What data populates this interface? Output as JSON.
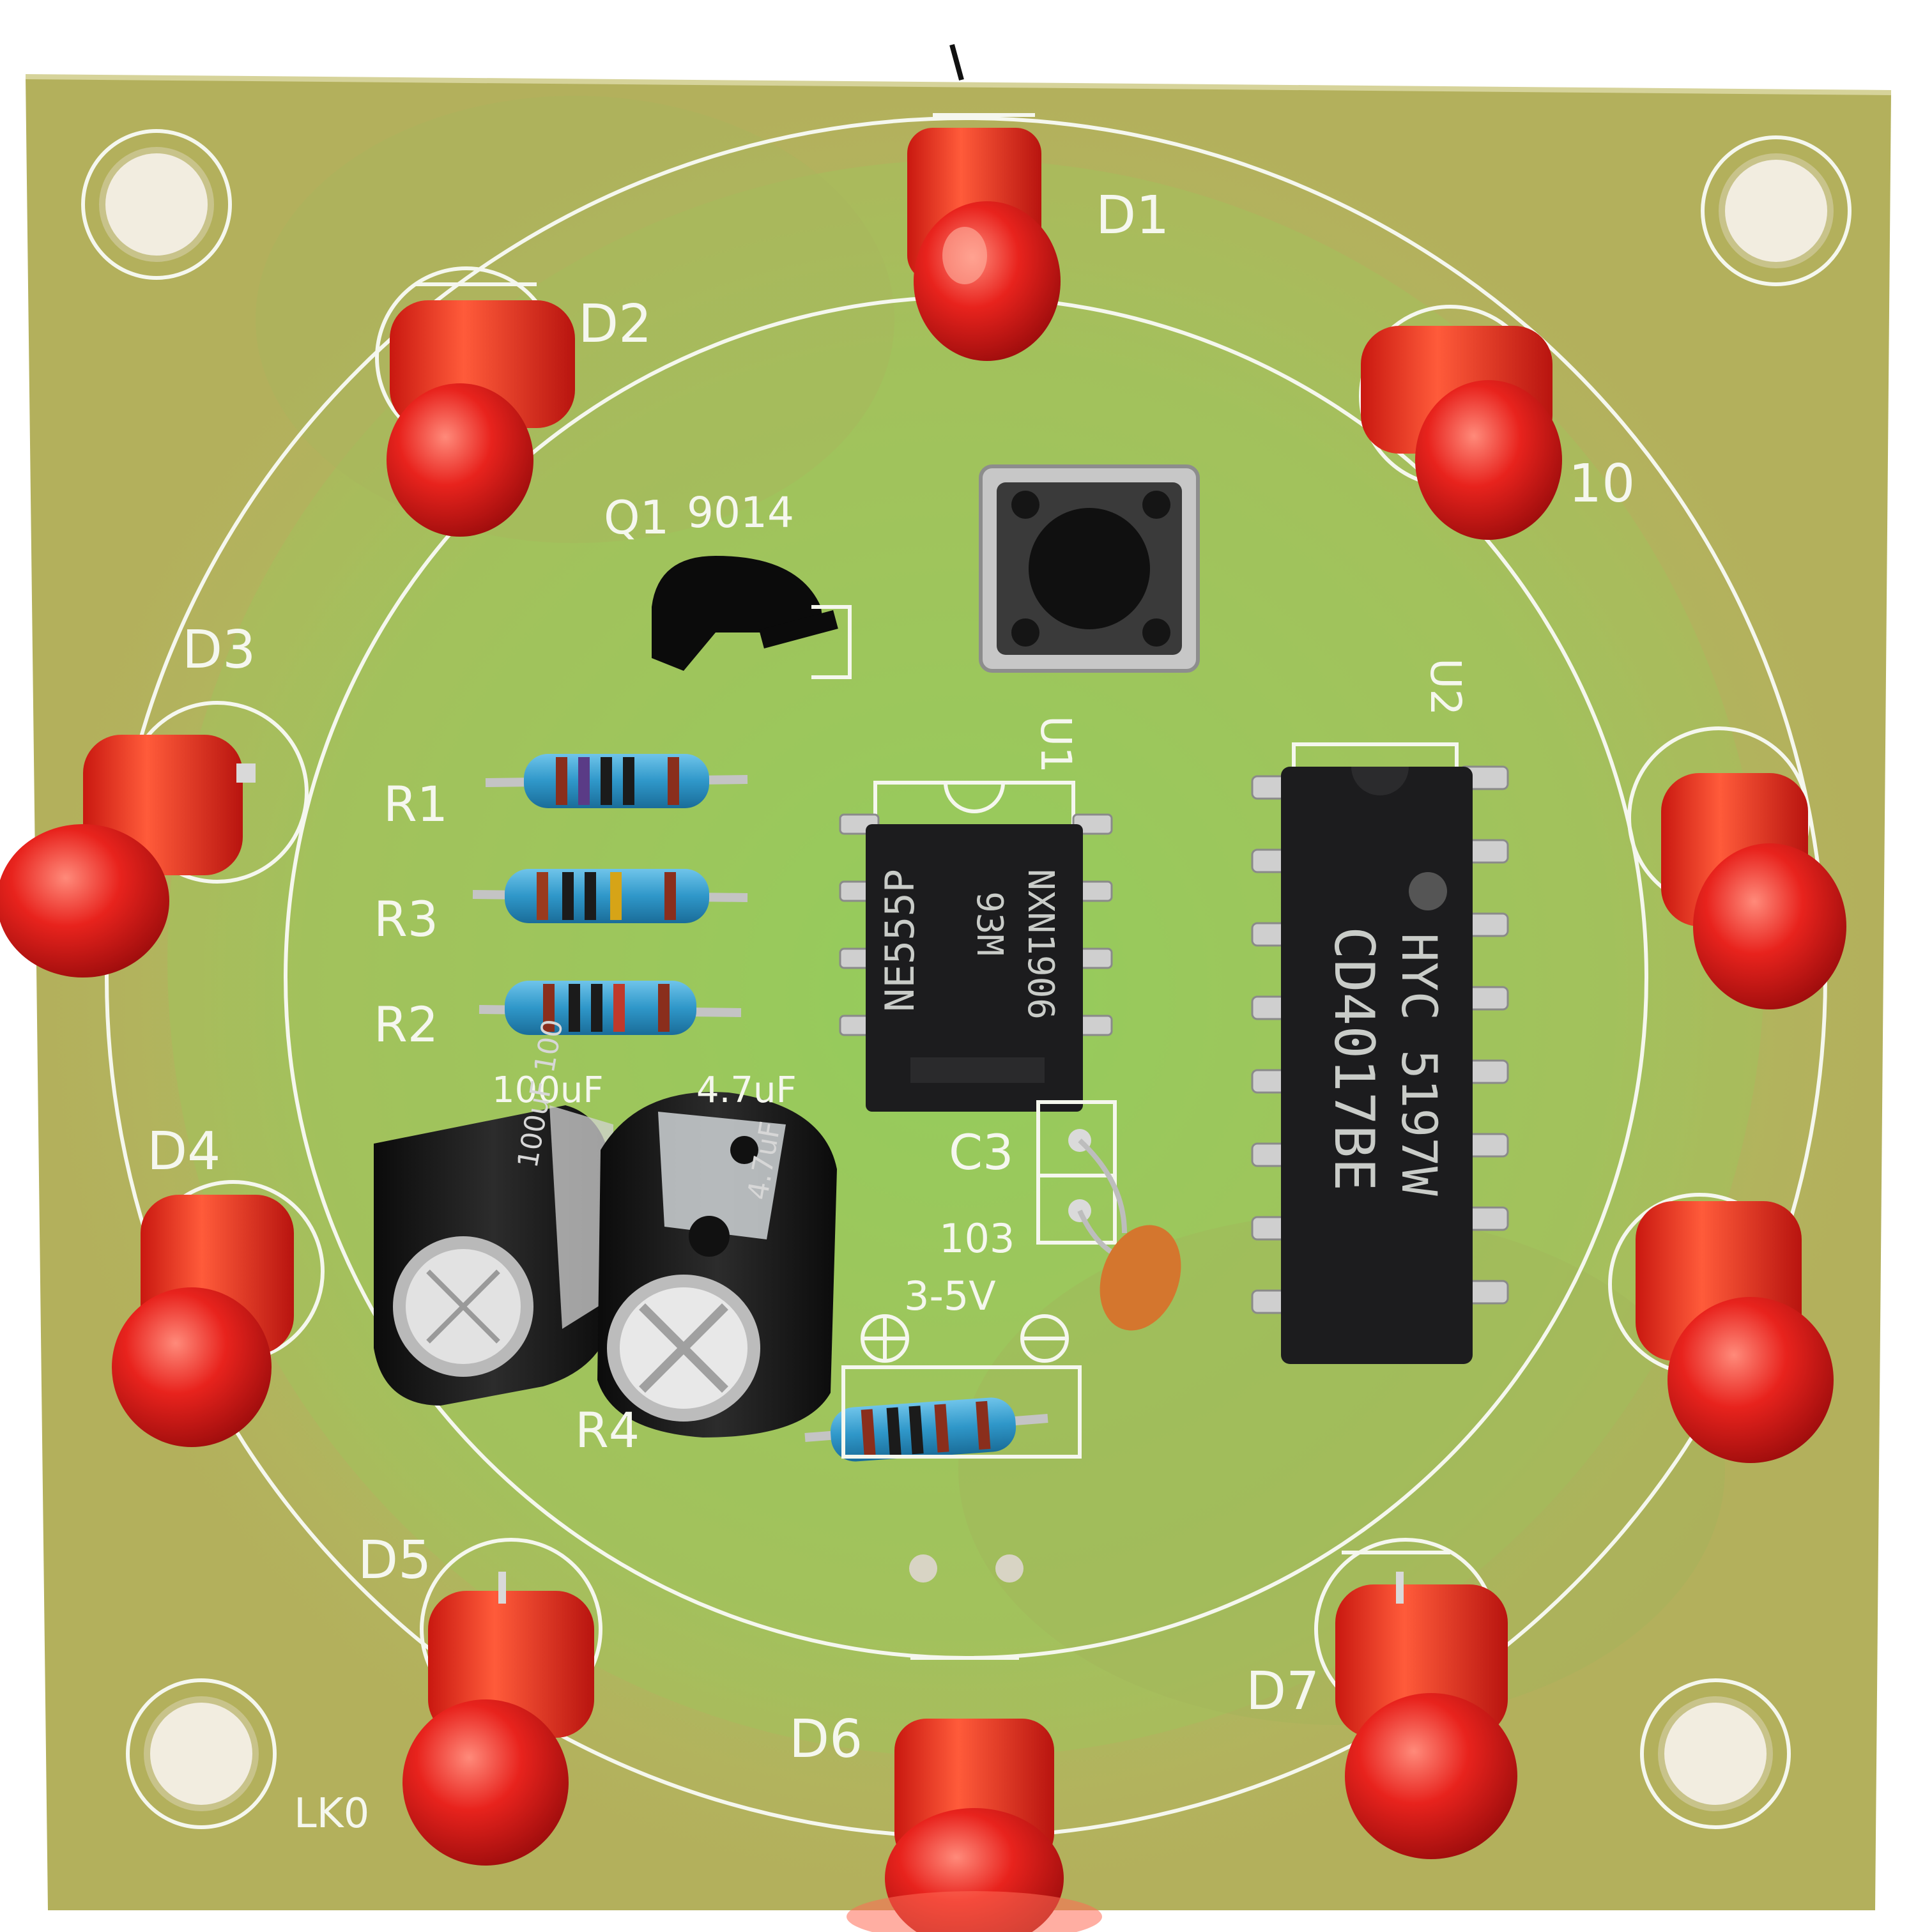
{
  "board": {
    "colors": {
      "pcb": "#b9b864",
      "pcb_green": "#8fcf5b",
      "silkscreen": "#f5f7ee",
      "led_red": "#e5211c",
      "chip_black": "#1c1c1e"
    },
    "labels": {
      "d1": "D1",
      "d2": "D2",
      "d3": "D3",
      "d4": "D4",
      "d5": "D5",
      "d6": "D6",
      "d7": "D7",
      "d10": "10",
      "q1": "Q1",
      "q1_part": "9014",
      "r1": "R1",
      "r2": "R2",
      "r3": "R3",
      "r4": "R4",
      "u1": "U1",
      "u2": "U2",
      "c3": "C3",
      "c3_value": "103",
      "cap_100": "100uF",
      "cap_47": "4.7uF",
      "voltage": "3-5V",
      "board_id": "LK0"
    },
    "chips": {
      "u1": {
        "line1": "NE555P",
        "line2": "93M",
        "line3": "NXN1906"
      },
      "u2": {
        "line1": "HYC 5197W",
        "line2": "CD4017BE"
      }
    },
    "capacitors": {
      "c_large_print": "100uF 100",
      "c_small_print": "4.7uF"
    }
  }
}
